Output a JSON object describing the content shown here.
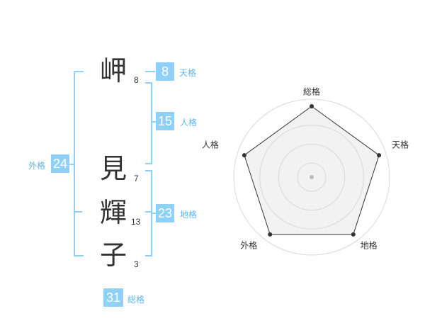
{
  "name_chars": [
    {
      "char": "岬",
      "strokes": "8"
    },
    {
      "char": "見",
      "strokes": "7"
    },
    {
      "char": "輝",
      "strokes": "13"
    },
    {
      "char": "子",
      "strokes": "3"
    }
  ],
  "fortunes": {
    "tenkaku": {
      "value": "8",
      "label": "天格"
    },
    "jinkaku": {
      "value": "15",
      "label": "人格"
    },
    "chikaku": {
      "value": "23",
      "label": "地格"
    },
    "gaikaku": {
      "value": "24",
      "label": "外格"
    },
    "soukaku": {
      "value": "31",
      "label": "総格"
    }
  },
  "chart_data": {
    "type": "radar",
    "axes": [
      "総格",
      "天格",
      "地格",
      "外格",
      "人格"
    ],
    "values": [
      1.0,
      1.0,
      1.0,
      1.0,
      1.0
    ],
    "rmax": 1.0,
    "rings": 4,
    "colors": {
      "ring": "#d9d9d9",
      "fill": "#f0f0f0",
      "line": "#333333",
      "center": "#bbbbbb"
    }
  }
}
